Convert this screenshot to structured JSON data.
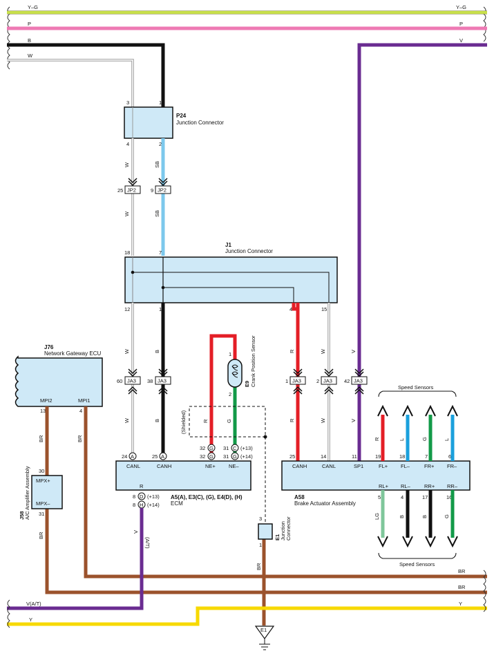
{
  "top_wires": {
    "yg": "Y–G",
    "p": "P",
    "b": "B",
    "w": "W",
    "v": "V"
  },
  "p24": {
    "id": "P24",
    "name": "Junction Connector",
    "pins": [
      "3",
      "1",
      "4",
      "2"
    ]
  },
  "jp2": {
    "label": "JP2",
    "pin_left": "25",
    "pin_right": "9"
  },
  "j1": {
    "id": "J1",
    "name": "Junction Connector",
    "pins_top": [
      "18",
      "7"
    ],
    "pins_bottom": [
      "12",
      "1",
      "4",
      "15"
    ]
  },
  "j76": {
    "id": "J76",
    "name": "Network Gateway ECU",
    "mpi2": "MPI2",
    "mpi1": "MPI1",
    "pin_mpi2": "13",
    "pin_mpi1": "4"
  },
  "j58": {
    "id": "J58",
    "name": "A/C Amplifier Assembly",
    "mpx_plus": "MPX+",
    "mpx_minus": "MPX–",
    "pin_top": "30",
    "pin_bottom": "31"
  },
  "e9": {
    "id": "E9",
    "name": "Crank Position Sensor",
    "pin1": "1",
    "pin2": "2"
  },
  "ja3": {
    "label": "JA3",
    "pins": [
      "60",
      "38",
      "1",
      "2",
      "42"
    ]
  },
  "ecm": {
    "id": "A5(A), E3(C), (G), E4(D), (H)",
    "name": "ECM",
    "canl": "CANL",
    "canh": "CANH",
    "ne_plus": "NE+",
    "ne_minus": "NE–",
    "r": "R",
    "pin_canl": "24",
    "pin_canh": "25",
    "conn_a": "A",
    "pin_ne1": "32",
    "pin_ne2": "32",
    "conn_g": "G",
    "pin_ne3": "31",
    "pin_ne4": "31",
    "conn_c": "C",
    "note13": "(+13)",
    "note14": "(+14)",
    "pin_d": "8",
    "conn_d": "D",
    "pin_h": "8",
    "conn_h": "H"
  },
  "shielded": "(Shielded)",
  "e1": {
    "id": "E1",
    "name": "Junction Connector",
    "pin_top": "3",
    "pin_bottom": "1",
    "ground": "E1"
  },
  "a58": {
    "id": "A58",
    "name": "Brake Actuator Assembly",
    "pins_top": [
      "25",
      "14",
      "11",
      "19",
      "18",
      "7",
      "6"
    ],
    "labels_top": [
      "CANH",
      "CANL",
      "SP1",
      "FL+",
      "FL–",
      "FR+",
      "FR–"
    ],
    "pins_bottom": [
      "5",
      "4",
      "17",
      "16"
    ],
    "labels_bottom": [
      "RL+",
      "RL–",
      "RR+",
      "RR–"
    ]
  },
  "speed_sensors_top": "Speed Sensors",
  "speed_sensors_bottom": "Speed Sensors",
  "wire_colors": {
    "w": "W",
    "sb": "SB",
    "b": "B",
    "r": "R",
    "g": "G",
    "v": "V",
    "br": "BR",
    "l": "L",
    "lg": "LG",
    "y": "Y",
    "v_at": "V(A/T)",
    "at": "(A/T)"
  },
  "colors": {
    "yellow_green": "#c8e04a",
    "pink": "#ee7ab4",
    "black": "#111111",
    "white_wire": "#9a9a9a",
    "purple": "#6a2c91",
    "sky_blue": "#7cc8ec",
    "red": "#e41e26",
    "green": "#129a48",
    "brown": "#9b522c",
    "blue": "#1ba0dc",
    "light_green": "#7fc69a",
    "yellow": "#f7d900",
    "box_fill": "#cfe9f7"
  }
}
